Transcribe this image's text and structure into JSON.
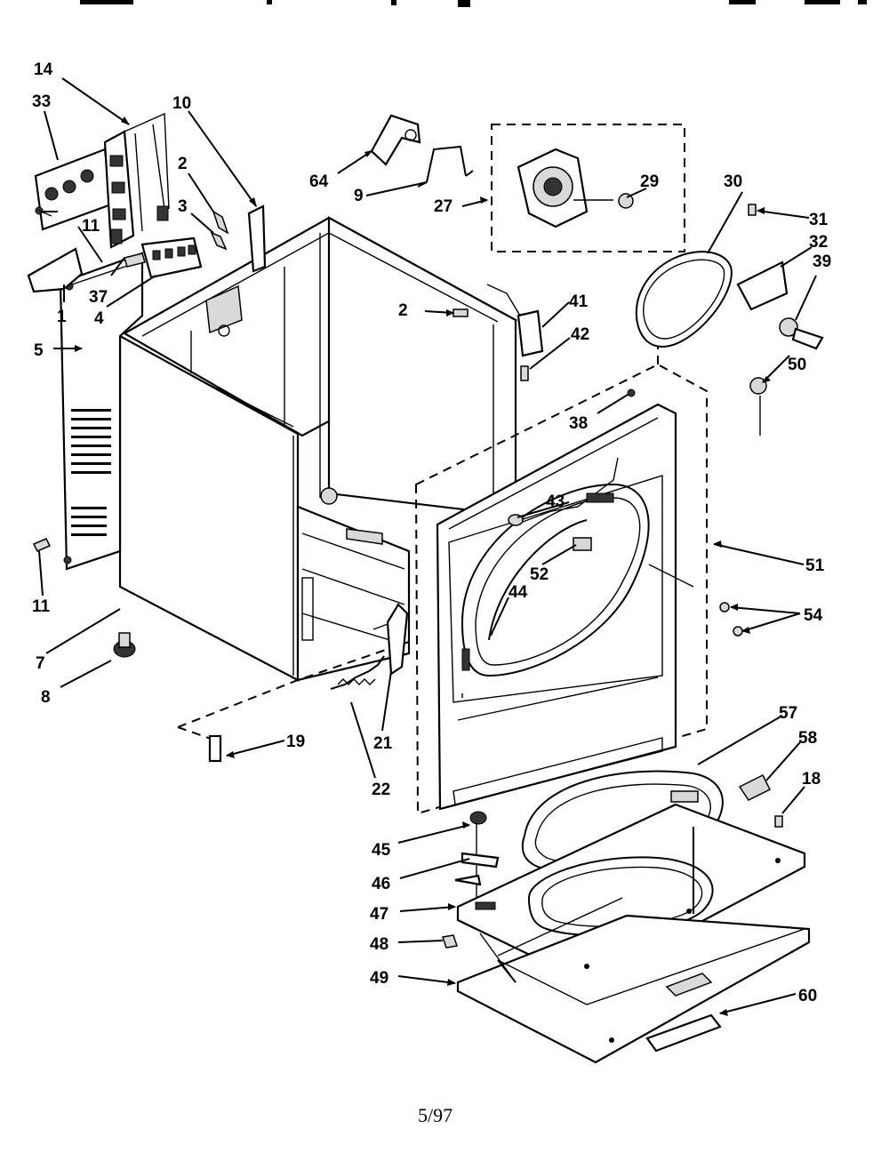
{
  "labels": [
    {
      "id": "14",
      "text": "14"
    },
    {
      "id": "33",
      "text": "33"
    },
    {
      "id": "10",
      "text": "10"
    },
    {
      "id": "2a",
      "text": "2"
    },
    {
      "id": "3",
      "text": "3"
    },
    {
      "id": "11a",
      "text": "11"
    },
    {
      "id": "37",
      "text": "37"
    },
    {
      "id": "1",
      "text": "1"
    },
    {
      "id": "4",
      "text": "4"
    },
    {
      "id": "5",
      "text": "5"
    },
    {
      "id": "64",
      "text": "64"
    },
    {
      "id": "9",
      "text": "9"
    },
    {
      "id": "27",
      "text": "27"
    },
    {
      "id": "29",
      "text": "29"
    },
    {
      "id": "30",
      "text": "30"
    },
    {
      "id": "31",
      "text": "31"
    },
    {
      "id": "32",
      "text": "32"
    },
    {
      "id": "39",
      "text": "39"
    },
    {
      "id": "2b",
      "text": "2"
    },
    {
      "id": "41",
      "text": "41"
    },
    {
      "id": "42",
      "text": "42"
    },
    {
      "id": "50",
      "text": "50"
    },
    {
      "id": "38",
      "text": "38"
    },
    {
      "id": "43",
      "text": "43"
    },
    {
      "id": "52",
      "text": "52"
    },
    {
      "id": "44",
      "text": "44"
    },
    {
      "id": "51",
      "text": "51"
    },
    {
      "id": "54",
      "text": "54"
    },
    {
      "id": "11b",
      "text": "11"
    },
    {
      "id": "7",
      "text": "7"
    },
    {
      "id": "8",
      "text": "8"
    },
    {
      "id": "19",
      "text": "19"
    },
    {
      "id": "21",
      "text": "21"
    },
    {
      "id": "22",
      "text": "22"
    },
    {
      "id": "57",
      "text": "57"
    },
    {
      "id": "58",
      "text": "58"
    },
    {
      "id": "18",
      "text": "18"
    },
    {
      "id": "45",
      "text": "45"
    },
    {
      "id": "46",
      "text": "46"
    },
    {
      "id": "47",
      "text": "47"
    },
    {
      "id": "48",
      "text": "48"
    },
    {
      "id": "49",
      "text": "49"
    },
    {
      "id": "60",
      "text": "60"
    }
  ],
  "footer": {
    "date_code": "5/97"
  }
}
